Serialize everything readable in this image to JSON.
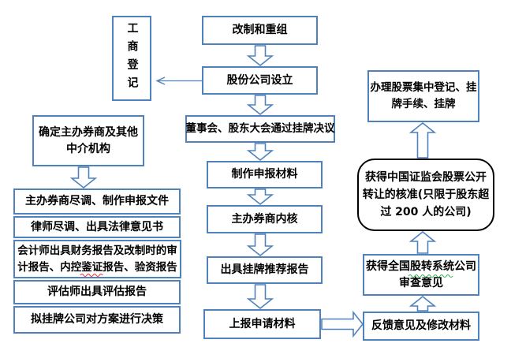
{
  "colors": {
    "box_border": "#4F81BD",
    "approval_border": "#000000",
    "arrow": "#4F81BD",
    "text": "#000000",
    "spell_red": "#FF2A2A",
    "grammar_green": "#3CB054"
  },
  "nodes": {
    "business_registration": "工商登记",
    "restructuring": "改制和重组",
    "company_establishment": "股份公司设立",
    "board_resolution": "董事会、股东大会通过挂牌决议",
    "prepare_materials": "制作申报材料",
    "sponsor_internal_review": "主办券商内核",
    "recommendation_report": "出具挂牌推荐报告",
    "submit_materials": "上报申请材料",
    "select_sponsor": "确定主办券商及其他中介机构",
    "sponsor_due_diligence": "主办券商尽调、制作申报文件",
    "lawyer_due_diligence": "律师尽调、出具法律意见书",
    "accountant_reports": "会计师出具财务报告及改制时的审计报告、内控鉴证报告、验资报告",
    "appraisal_report": "评估师出具评估报告",
    "company_decision": "拟挂牌公司对方案进行决策",
    "stock_registration_listing": "办理股票集中登记、挂牌手续、挂牌",
    "csrc_approval": "获得中国证监会股票公开转让的核准(只限于股东超过 200 人的公司)",
    "neeq_review_opinion": "获得全国股转系统公司审查意见",
    "feedback_revision": "反馈意见及修改材料"
  }
}
